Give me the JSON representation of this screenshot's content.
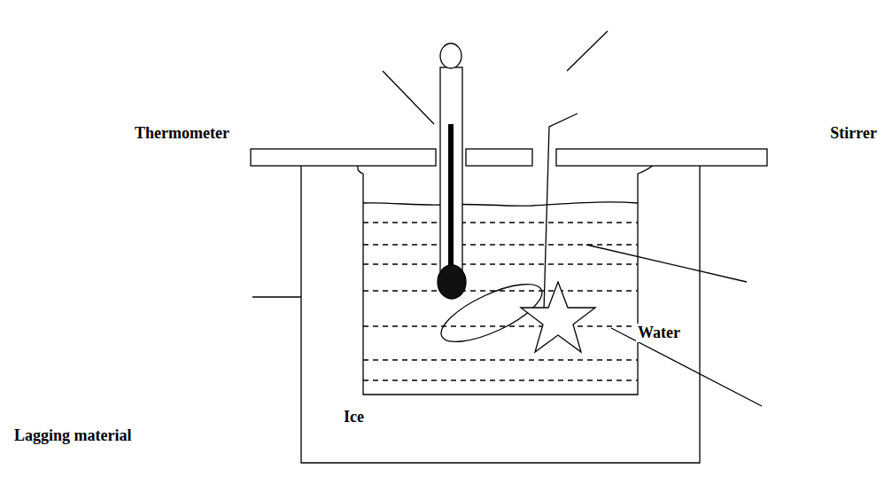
{
  "diagram": {
    "labels": [
      "Thermometer",
      "Stirrer",
      "Water",
      "Ice",
      "Lagging material"
    ]
  }
}
